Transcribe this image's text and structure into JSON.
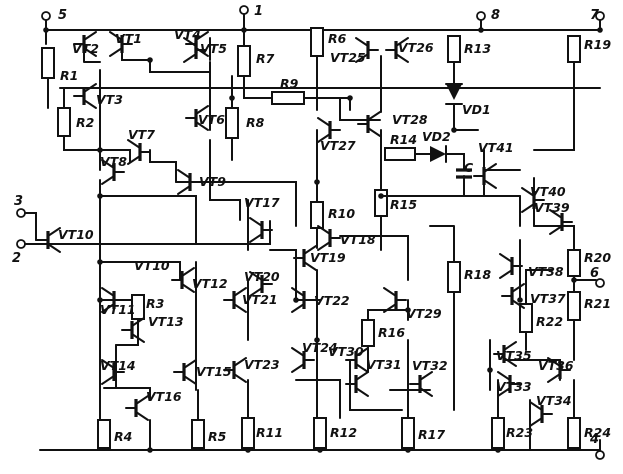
{
  "pins": [
    "5",
    "1",
    "8",
    "7",
    "3",
    "2",
    "6",
    "4"
  ],
  "transistors": [
    "VT1",
    "VT2",
    "VT3",
    "VT4",
    "VT5",
    "VT6",
    "VT7",
    "VT8",
    "VT9",
    "VT10",
    "VT11",
    "VT12",
    "VT13",
    "VT14",
    "VT15",
    "VT16",
    "VT17",
    "VT18",
    "VT19",
    "VT20",
    "VT21",
    "VT22",
    "VT23",
    "VT24",
    "VT25",
    "VT26",
    "VT27",
    "VT28",
    "VT29",
    "VT30",
    "VT31",
    "VT32",
    "VT33",
    "VT34",
    "VT35",
    "VT36",
    "VT37",
    "VT38",
    "VT39",
    "VT40",
    "VT41"
  ],
  "resistors": [
    "R1",
    "R2",
    "R3",
    "R4",
    "R5",
    "R6",
    "R7",
    "R8",
    "R9",
    "R10",
    "R11",
    "R12",
    "R13",
    "R14",
    "R15",
    "R16",
    "R17",
    "R18",
    "R19",
    "R20",
    "R21",
    "R22",
    "R23",
    "R24"
  ],
  "diodes": [
    "VD1",
    "VD2"
  ],
  "capacitor": "C"
}
